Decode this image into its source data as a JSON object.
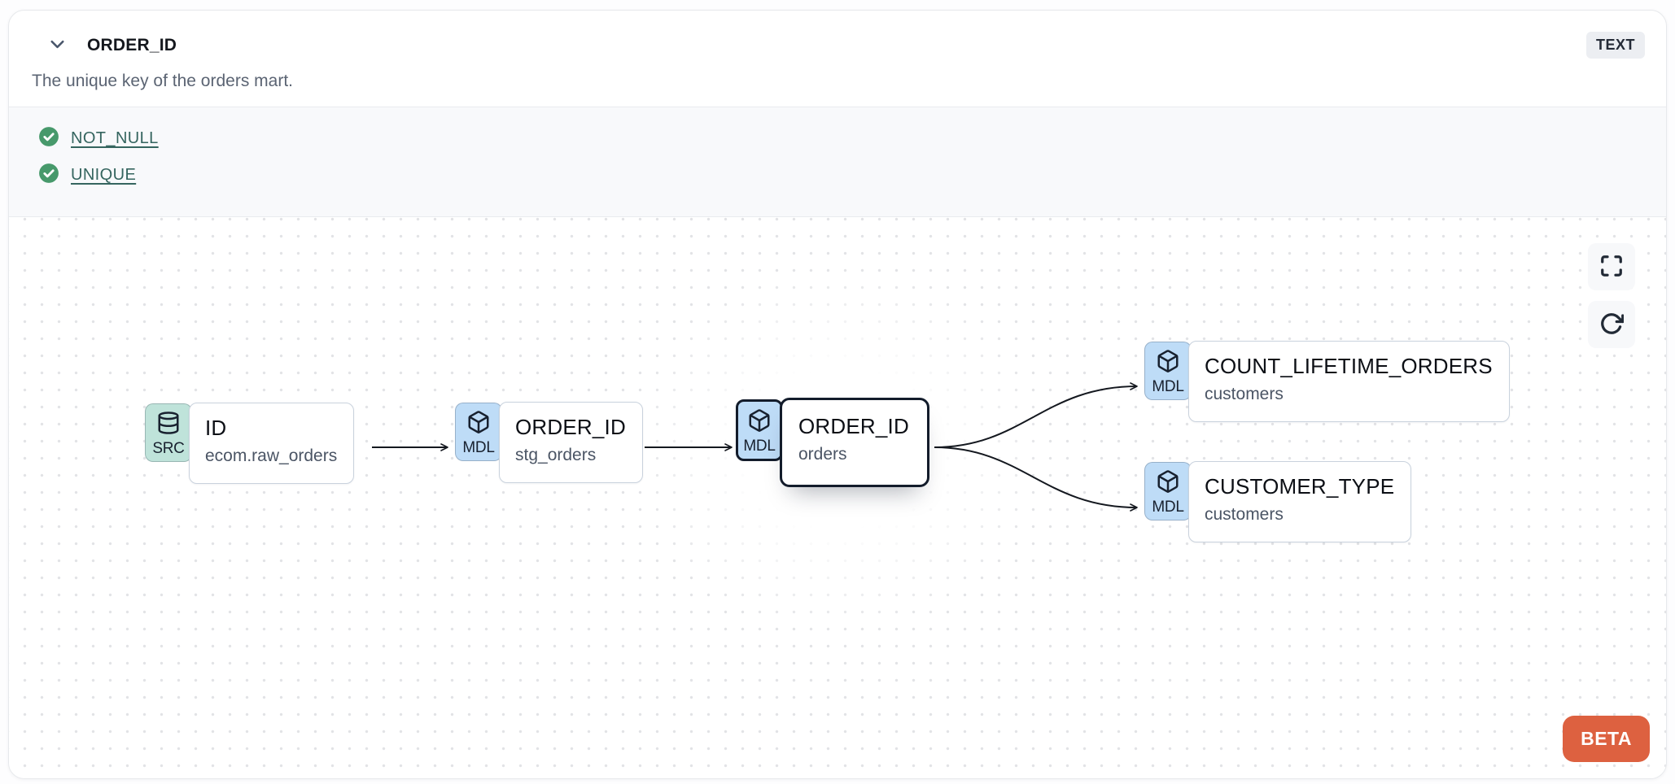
{
  "header": {
    "title": "ORDER_ID",
    "type_badge": "TEXT",
    "description": "The unique key of the orders mart."
  },
  "tests": [
    {
      "name": "NOT_NULL",
      "status": "pass"
    },
    {
      "name": "UNIQUE",
      "status": "pass"
    }
  ],
  "lineage": {
    "nodes": [
      {
        "badge": "SRC",
        "icon": "database-icon",
        "title": "ID",
        "subtitle": "ecom.raw_orders",
        "selected": false
      },
      {
        "badge": "MDL",
        "icon": "cube-icon",
        "title": "ORDER_ID",
        "subtitle": "stg_orders",
        "selected": false
      },
      {
        "badge": "MDL",
        "icon": "cube-icon",
        "title": "ORDER_ID",
        "subtitle": "orders",
        "selected": true
      },
      {
        "badge": "MDL",
        "icon": "cube-icon",
        "title": "COUNT_LIFETIME_ORDERS",
        "subtitle": "customers",
        "selected": false
      },
      {
        "badge": "MDL",
        "icon": "cube-icon",
        "title": "CUSTOMER_TYPE",
        "subtitle": "customers",
        "selected": false
      }
    ],
    "edges": [
      {
        "from": 0,
        "to": 1
      },
      {
        "from": 1,
        "to": 2
      },
      {
        "from": 2,
        "to": 3
      },
      {
        "from": 2,
        "to": 4
      }
    ],
    "controls": {
      "fullscreen_icon": "maximize-icon",
      "refresh_icon": "rotate-cw-icon"
    },
    "beta_label": "BETA"
  },
  "colors": {
    "test_pass_green": "#47996b",
    "test_link_teal": "#35655f",
    "src_badge_bg": "#bfe3da",
    "mdl_badge_bg": "#bedcf7",
    "selected_border": "#131c2b",
    "edge_color": "#14181f",
    "beta_orange": "#dd6140",
    "type_badge_bg": "#eceef2"
  }
}
